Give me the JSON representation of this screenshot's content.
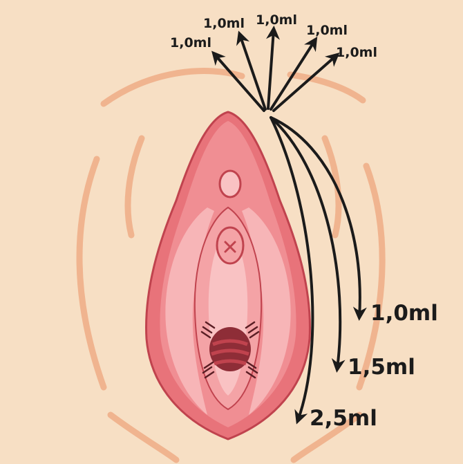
{
  "colors": {
    "background": "#f7dfc4",
    "skin_line": "#f0b48f",
    "outer": "#e8737a",
    "mid": "#f08e93",
    "inner": "#f4a3a6",
    "light": "#f9c2c3",
    "dark": "#c0434e",
    "darkest": "#8e2d37",
    "ink": "#1b1b1b"
  },
  "injection_labels": {
    "fan": [
      "1,0ml",
      "1,0ml",
      "1,0ml",
      "1,0ml",
      "1,0ml"
    ],
    "arc": [
      "1,0ml",
      "1,5ml",
      "2,5ml"
    ]
  }
}
